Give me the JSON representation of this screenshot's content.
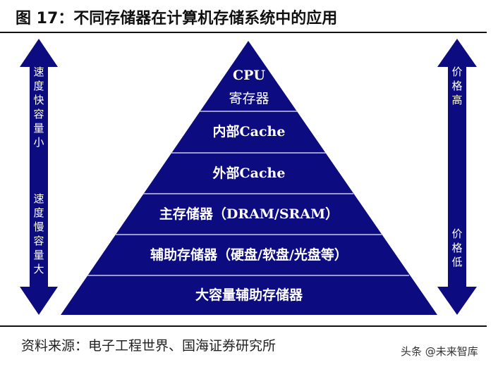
{
  "title": "图 17：不同存储器在计算机存储系统中的应用",
  "pyramid": {
    "levels": [
      {
        "line1": "CPU",
        "line2": "寄存器"
      },
      {
        "line1": "内部Cache"
      },
      {
        "line1": "外部Cache"
      },
      {
        "line1": "主存储器（DRAM/SRAM）"
      },
      {
        "line1": "辅助存储器（硬盘/软盘/光盘等）"
      },
      {
        "line1": "大容量辅助存储器"
      }
    ],
    "color": "#0c0c80"
  },
  "left_arrow": {
    "top_text": "速度快容量小",
    "bottom_text": "速度慢容量大"
  },
  "right_arrow": {
    "top_text": "价格高",
    "bottom_text": "价格低"
  },
  "source": "资料来源：电子工程世界、国海证券研究所",
  "watermark": "头条 @未来智库"
}
